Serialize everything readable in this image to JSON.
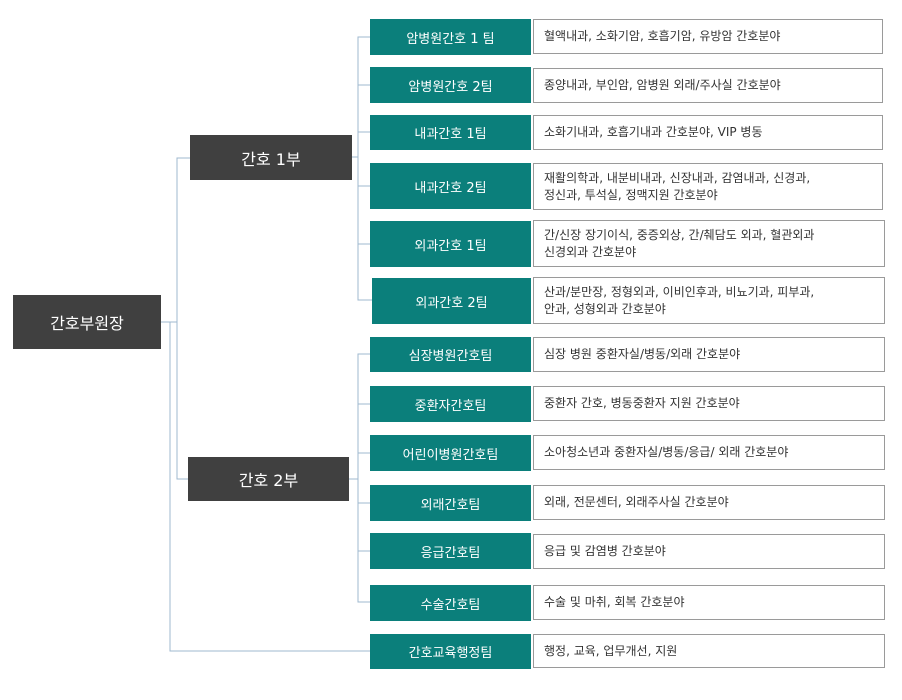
{
  "colors": {
    "dark_box": "#404040",
    "team_box": "#0b7f7b",
    "connector": "#9fb8cf",
    "desc_border": "#9a9a9a"
  },
  "root": {
    "label": "간호부원장"
  },
  "divisions": [
    {
      "label": "간호 1부",
      "teams": [
        {
          "name": "암병원간호 1 팀",
          "desc": "혈액내과, 소화기암, 호흡기암, 유방암 간호분야"
        },
        {
          "name": "암병원간호 2팀",
          "desc": "종양내과, 부인암, 암병원 외래/주사실 간호분야"
        },
        {
          "name": "내과간호 1팀",
          "desc": "소화기내과, 호흡기내과 간호분야, VIP 병동"
        },
        {
          "name": "내과간호 2팀",
          "desc": "재활의학과, 내분비내과, 신장내과, 감염내과, 신경과,",
          "desc2": "정신과, 투석실, 정맥지원 간호분야"
        },
        {
          "name": "외과간호 1팀",
          "desc": "간/신장 장기이식, 중증외상, 간/췌담도 외과, 혈관외과",
          "desc2": "신경외과 간호분야"
        },
        {
          "name": "외과간호 2팀",
          "desc": "산과/분만장, 정형외과, 이비인후과, 비뇨기과, 피부과,",
          "desc2": "안과, 성형외과 간호분야"
        }
      ]
    },
    {
      "label": "간호 2부",
      "teams": [
        {
          "name": "심장병원간호팀",
          "desc": "심장 병원 중환자실/병동/외래 간호분야"
        },
        {
          "name": "중환자간호팀",
          "desc": "중환자 간호, 병동중환자 지원 간호분야"
        },
        {
          "name": "어린이병원간호팀",
          "desc": "소아청소년과 중환자실/병동/응급/ 외래 간호분야"
        },
        {
          "name": "외래간호팀",
          "desc": "외래, 전문센터, 외래주사실 간호분야"
        },
        {
          "name": "응급간호팀",
          "desc": "응급 및 감염병 간호분야"
        },
        {
          "name": "수술간호팀",
          "desc": "수술 및 마취, 회복 간호분야"
        }
      ]
    }
  ],
  "standalone": {
    "name": "간호교육행정팀",
    "desc": "행정, 교육, 업무개선, 지원"
  }
}
